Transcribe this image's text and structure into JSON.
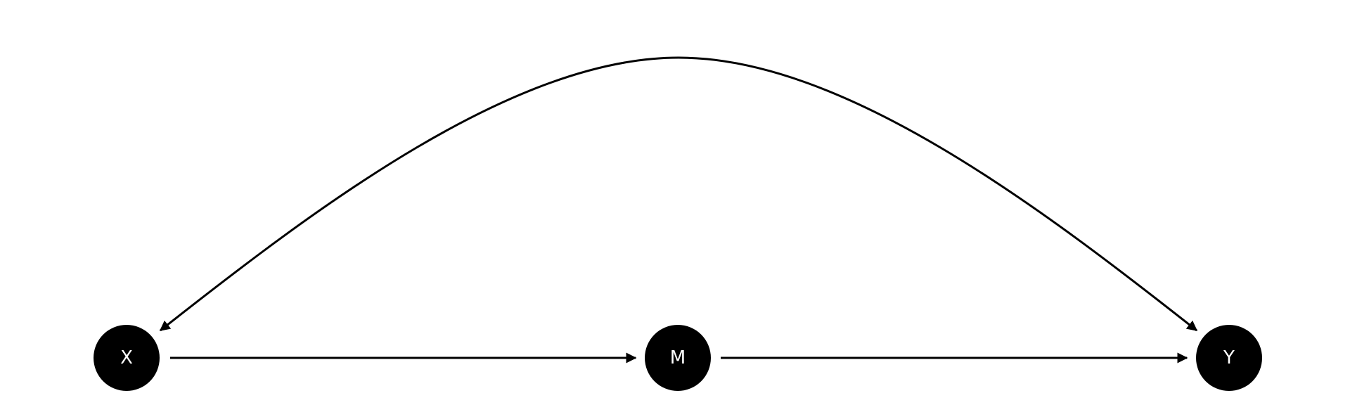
{
  "diagram": {
    "type": "directed-acyclic-graph",
    "colors": {
      "background": "#ffffff",
      "node_fill": "#000000",
      "node_label": "#ffffff",
      "edge": "#000000"
    },
    "nodes": [
      {
        "id": "X",
        "label": "X"
      },
      {
        "id": "M",
        "label": "M"
      },
      {
        "id": "Y",
        "label": "Y"
      }
    ],
    "edges": [
      {
        "from": "X",
        "to": "M",
        "arrows": "forward",
        "shape": "straight"
      },
      {
        "from": "M",
        "to": "Y",
        "arrows": "forward",
        "shape": "straight"
      },
      {
        "from": "X",
        "to": "Y",
        "arrows": "both",
        "shape": "curved"
      }
    ]
  }
}
